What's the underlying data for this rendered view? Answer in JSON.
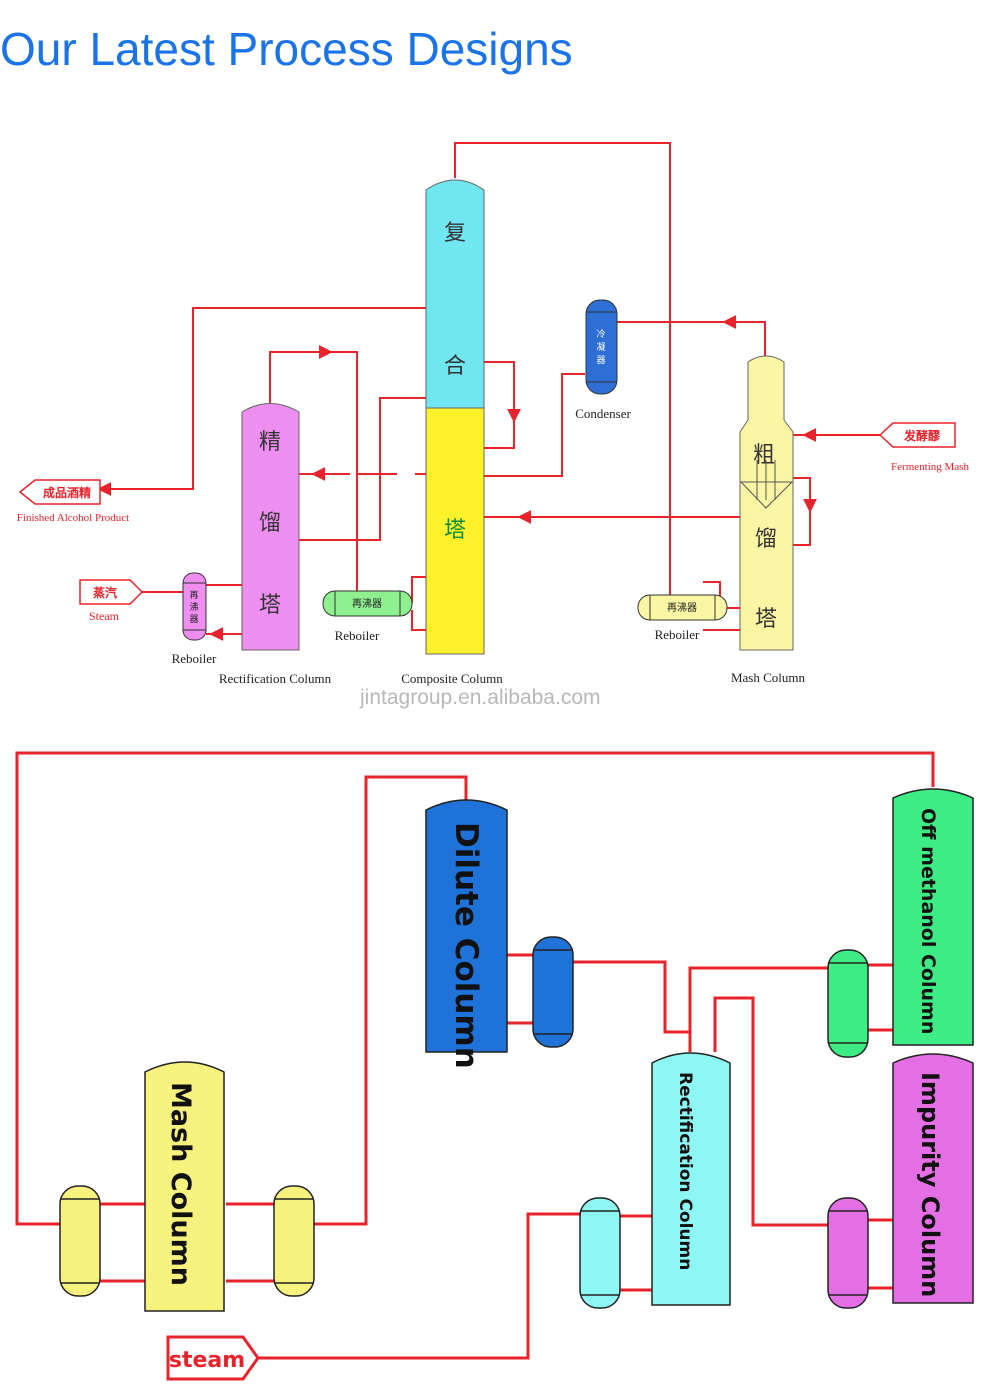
{
  "title": "Our Latest Process Designs",
  "watermark": "jintagroup.en.alibaba.com",
  "colors": {
    "title": "#1a73e8",
    "pipe": "#e8232b",
    "composite_top": "#6fe6f0",
    "composite_bottom": "#fdf22a",
    "rectification": "#ee8ef0",
    "condenser": "#2e6fd6",
    "reboiler_green": "#8ef08e",
    "mash_column": "#fbf6a4",
    "dilute": "#1f72d8",
    "rectification2": "#8df7f4",
    "off_methanol": "#3dec85",
    "impurity": "#e46ee4",
    "mash2": "#f7f27e"
  },
  "diagram1": {
    "composite_col": {
      "chars": [
        "复",
        "合",
        "塔"
      ],
      "label": "Composite Column"
    },
    "rectification_col": {
      "chars": [
        "精",
        "馏",
        "塔"
      ],
      "label": "Rectification Column"
    },
    "mash_col": {
      "chars": [
        "粗",
        "馏",
        "塔"
      ],
      "label": "Mash Column"
    },
    "condenser": {
      "chars": [
        "冷",
        "凝",
        "器"
      ],
      "label": "Condenser"
    },
    "reboiler_left": {
      "chars": [
        "再",
        "沸",
        "器"
      ],
      "label": "Reboiler"
    },
    "reboiler_mid": {
      "text": "再沸器",
      "label": "Reboiler"
    },
    "reboiler_right": {
      "text": "再沸器",
      "label": "Reboiler"
    },
    "product_tag": {
      "text": "成品酒精",
      "label": "Finished Alcohol Product"
    },
    "steam_tag": {
      "text": "蒸汽",
      "label": "Steam"
    },
    "mash_tag": {
      "text": "发酵醪",
      "label": "Fermenting Mash"
    }
  },
  "diagram2": {
    "dilute": "Dilute Column",
    "off_methanol": "Off methanol Column",
    "mash": "Mash Column",
    "rectification": "Rectification Column",
    "impurity": "Impurity Column",
    "steam": "steam"
  }
}
